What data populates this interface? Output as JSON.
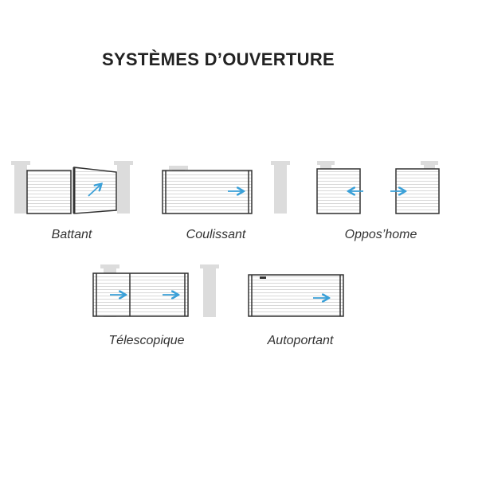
{
  "title": "SYSTÈMES D’OUVERTURE",
  "colors": {
    "post": "#dcdcdc",
    "frame": "#333333",
    "slat": "#cfcfcf",
    "arrow": "#3aa0d8"
  },
  "systems": [
    {
      "caption": "Battant"
    },
    {
      "caption": "Coulissant"
    },
    {
      "caption": "Oppos’home"
    },
    {
      "caption": "Télescopique"
    },
    {
      "caption": "Autoportant"
    }
  ]
}
